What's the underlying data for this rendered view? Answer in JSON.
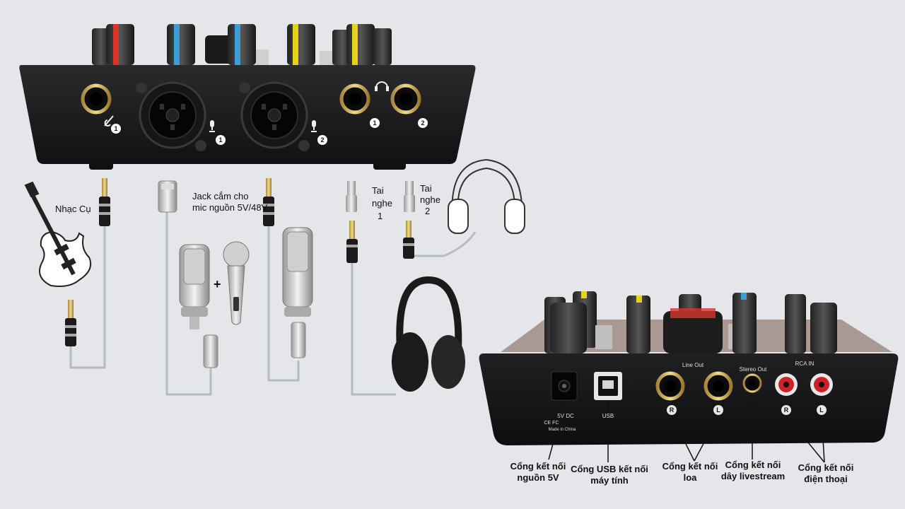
{
  "front_panel": {
    "input_numbers": [
      "1",
      "1",
      "2",
      "1",
      "2"
    ]
  },
  "connectors": {
    "instrument_label": "Nhạc Cụ",
    "condenser_jack_label_line1": "Jack cắm cho",
    "condenser_jack_label_line2": "mic nguồn 5V/48V",
    "plus_sign": "+",
    "headphone1_label": [
      "Tai",
      "nghe",
      "1"
    ],
    "headphone2_label": [
      "Tai",
      "nghe",
      "2"
    ]
  },
  "rear_panel": {
    "line_out": "Line Out",
    "stereo_out": "Stereo Out",
    "rca_in": "RCA IN",
    "dc_label": "5V DC",
    "usb_label": "USB",
    "made_in": "Made in China",
    "cert": "CE FC",
    "left_right": [
      "R",
      "L",
      "R",
      "L"
    ]
  },
  "captions": [
    {
      "line1": "Cổng kết nối",
      "line2": "nguồn 5V"
    },
    {
      "line1": "Cổng USB kết nối",
      "line2": "máy tính"
    },
    {
      "line1": "Cổng kết nối",
      "line2": "loa"
    },
    {
      "line1": "Cổng kết nối",
      "line2": "dây livestream"
    },
    {
      "line1": "Cổng kết nối",
      "line2": "điện thoại"
    }
  ],
  "colors": {
    "background": "#e4e6ea",
    "device_body": "#1c1c1e",
    "knob_red": "#d8342a",
    "knob_blue": "#3b9fd6",
    "knob_yellow": "#e6d21c",
    "jack_gold": "#c9a45a",
    "rca_red": "#d11f27"
  }
}
